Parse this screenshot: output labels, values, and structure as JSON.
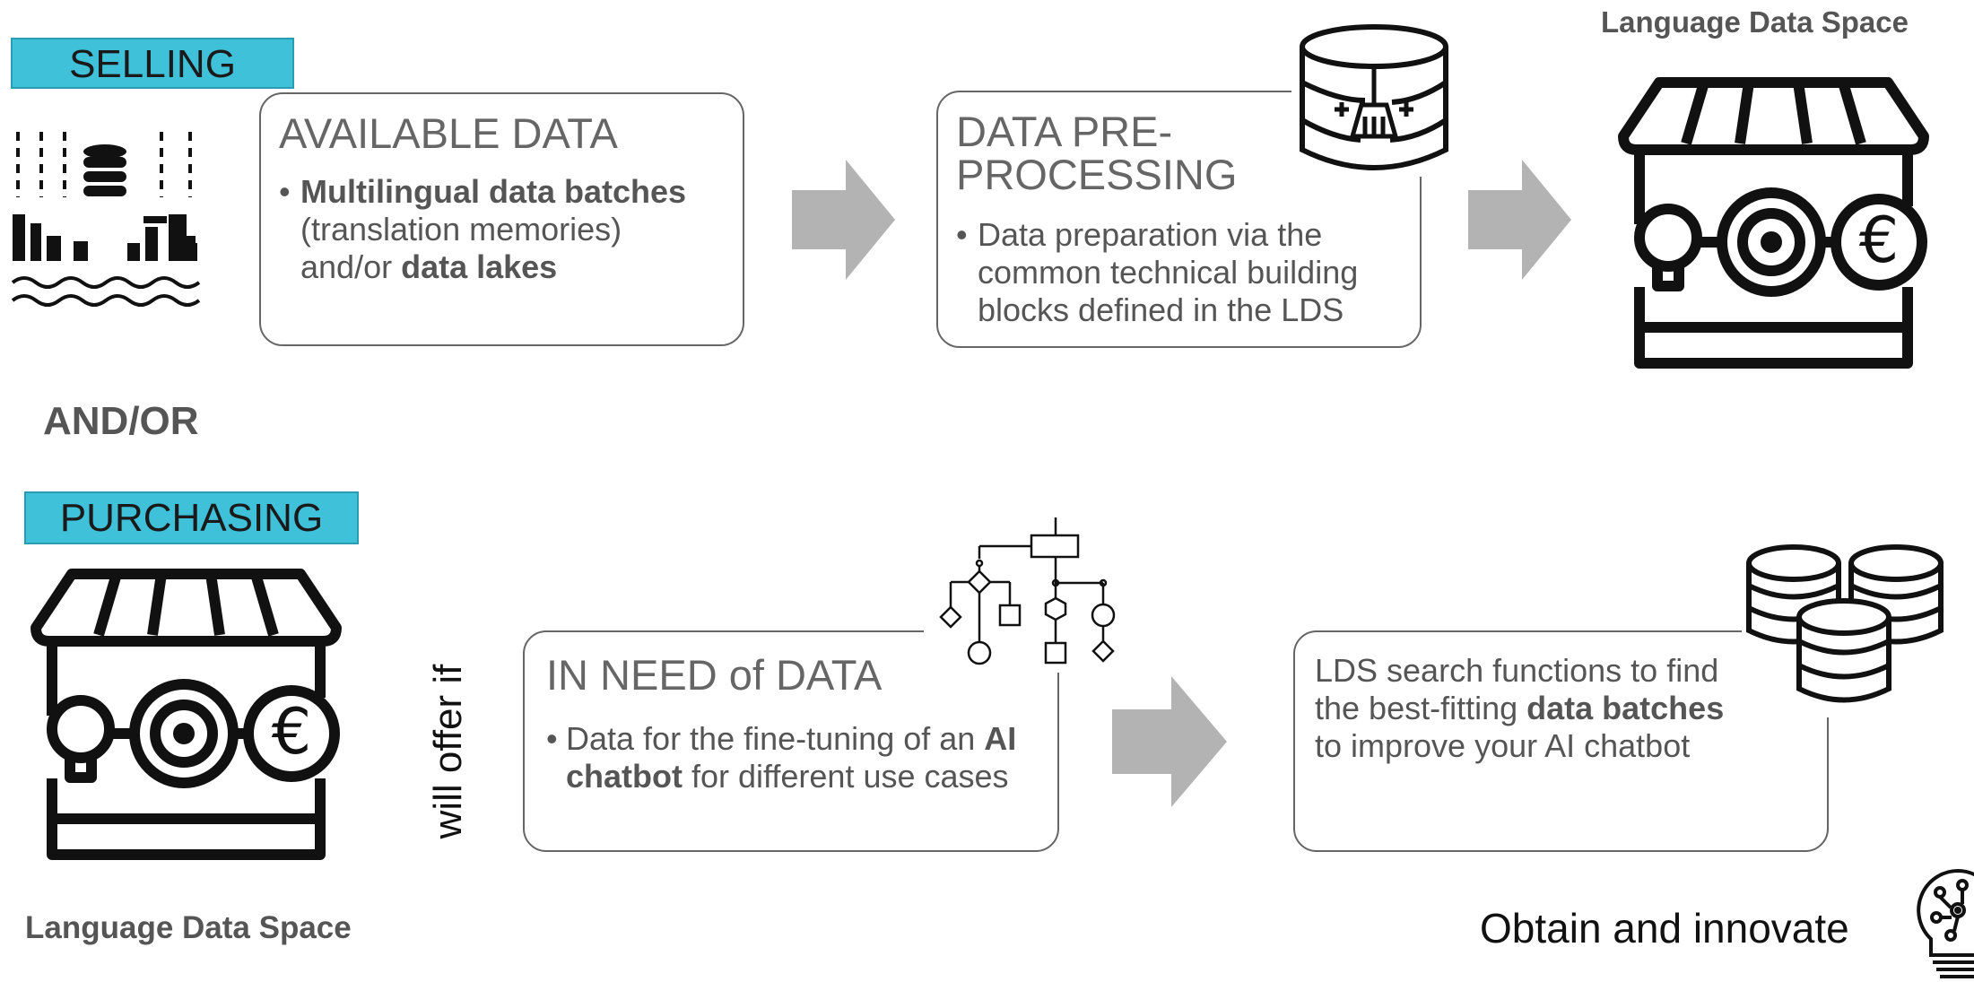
{
  "selling": {
    "tag": "SELLING",
    "box1": {
      "title": "AVAILABLE DATA",
      "bullet": "•",
      "b1": "Multilingual data batches",
      "t1": " (translation memories) and/or ",
      "b2": "data lakes"
    },
    "box2": {
      "title_line1": "DATA PRE-",
      "title_line2": "PROCESSING",
      "bullet": "•",
      "text": "Data preparation via the common technical building blocks defined in the LDS"
    },
    "store_label": "Language Data Space"
  },
  "and_or": "AND/OR",
  "purchasing": {
    "tag": "PURCHASING",
    "store_label": "Language Data Space",
    "vertical_text": "will offer if",
    "box3": {
      "title": "IN NEED of DATA",
      "bullet": "•",
      "t1": "Data for the fine-tuning of an ",
      "b1": "AI chatbot",
      "t2": " for different use cases"
    },
    "box4": {
      "t1": "LDS search functions to find the best-fitting ",
      "b1": "data batches",
      "t2": " to improve your AI chatbot"
    },
    "footer": "Obtain and innovate"
  },
  "colors": {
    "tag_bg": "#3fc1d9",
    "arrow": "#b3b3b3",
    "text": "#555555",
    "icon": "#111111"
  },
  "icons": [
    "data-lake-icon",
    "database-cleaning-icon",
    "market-store-icon",
    "flowchart-icon",
    "database-stack-icon",
    "lightbulb-circuit-icon",
    "arrow-right-icon"
  ]
}
